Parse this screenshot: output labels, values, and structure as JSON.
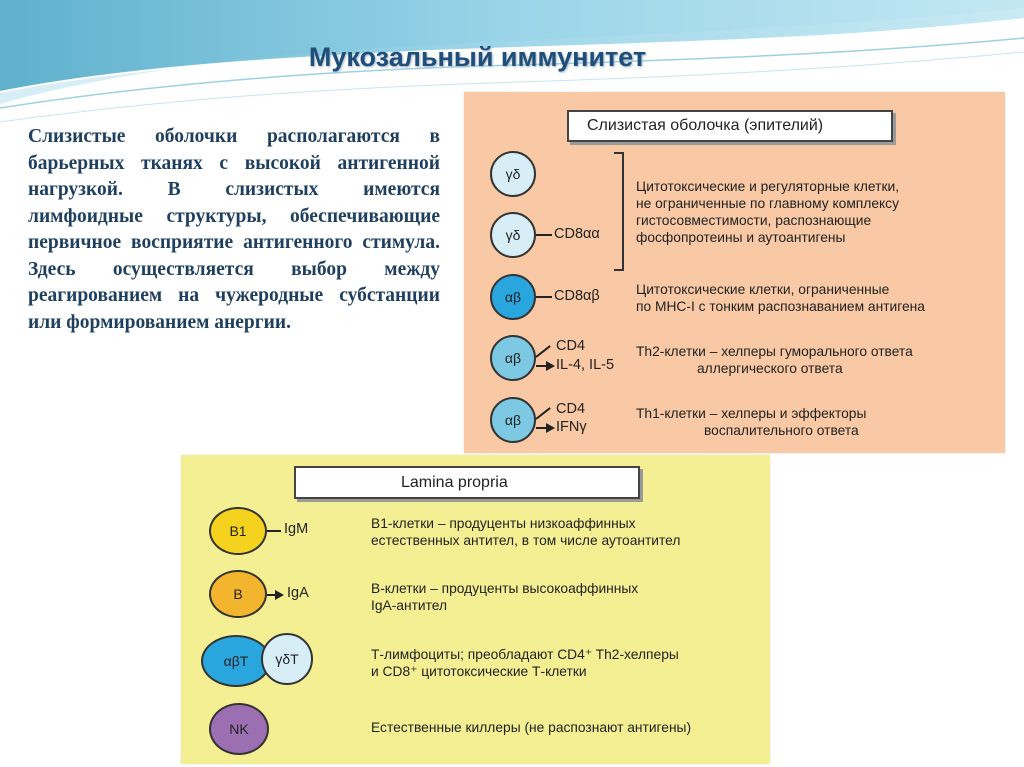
{
  "slide": {
    "title": "Мукозальный иммунитет",
    "body": "Слизистые оболочки располагаются в барьерных тканях с высокой антигенной нагрузкой. В слизистых имеются лимфоидные структуры, обеспечивающие первичное восприятие антигенного стимула. Здесь осуществляется выбор между реагированием на чужеродные субстанции или формированием анергии."
  },
  "epithelium": {
    "header": "Слизистая оболочка (эпителий)",
    "cells": [
      {
        "symbol": "γδ",
        "marker": ""
      },
      {
        "symbol": "γδ",
        "marker": "CD8αα"
      },
      {
        "symbol": "αβ",
        "marker": "CD8αβ"
      },
      {
        "symbol": "αβ",
        "marker": "CD4",
        "marker2": "IL-4, IL-5"
      },
      {
        "symbol": "αβ",
        "marker": "CD4",
        "marker2": "IFNγ"
      }
    ],
    "descriptions": [
      [
        "Цитотоксические и регуляторные клетки,",
        "не ограниченные по главному комплексу",
        "гистосовместимости, распознающие",
        "фосфопротеины и аутоантигены"
      ],
      [
        "Цитотоксические клетки, ограниченные",
        "по MHC-I с тонким распознаванием антигена"
      ],
      [
        "Th2-клетки – хелперы гуморального ответа",
        "аллергического ответа"
      ],
      [
        "Th1-клетки – хелперы и эффекторы",
        "воспалительного ответа"
      ]
    ]
  },
  "lamina": {
    "header": "Lamina propria",
    "cells": [
      {
        "symbol": "B1",
        "marker": "IgM"
      },
      {
        "symbol": "B",
        "marker": "IgA"
      },
      {
        "symbol": "αβT",
        "symbol2": "γδT"
      },
      {
        "symbol": "NK"
      }
    ],
    "descriptions": [
      [
        "B1-клетки – продуценты низкоаффинных",
        "естественных антител, в том числе аутоантител"
      ],
      [
        "B-клетки – продуценты высокоаффинных",
        "IgA-антител"
      ],
      [
        "Т-лимфоциты; преобладают CD4⁺ Th2-хелперы",
        "и CD8⁺ цитотоксические Т-клетки"
      ],
      [
        "Естественные киллеры (не распознают антигены)"
      ]
    ]
  }
}
